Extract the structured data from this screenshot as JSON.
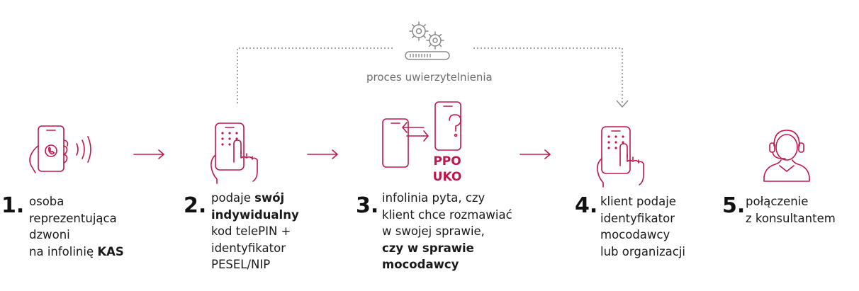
{
  "process": {
    "label": "proces uwierzytelnienia"
  },
  "middle_icon": {
    "line1": "PPO",
    "line2": "UKO"
  },
  "steps": [
    {
      "number": "1.",
      "lines": [
        [
          {
            "t": "osoba",
            "b": false
          }
        ],
        [
          {
            "t": "reprezentująca",
            "b": false
          }
        ],
        [
          {
            "t": "dzwoni",
            "b": false
          }
        ],
        [
          {
            "t": "na infolinię ",
            "b": false
          },
          {
            "t": "KAS",
            "b": true
          }
        ]
      ]
    },
    {
      "number": "2.",
      "lines": [
        [
          {
            "t": "podaje ",
            "b": false
          },
          {
            "t": "swój",
            "b": true
          }
        ],
        [
          {
            "t": "indywidualny",
            "b": true
          }
        ],
        [
          {
            "t": "kod telePIN +",
            "b": false
          }
        ],
        [
          {
            "t": "identyfikator",
            "b": false
          }
        ],
        [
          {
            "t": "PESEL/NIP",
            "b": false
          }
        ]
      ]
    },
    {
      "number": "3.",
      "lines": [
        [
          {
            "t": "infolinia pyta, czy",
            "b": false
          }
        ],
        [
          {
            "t": "klient chce rozmawiać",
            "b": false
          }
        ],
        [
          {
            "t": "w swojej sprawie,",
            "b": false
          }
        ],
        [
          {
            "t": "czy w sprawie",
            "b": true
          }
        ],
        [
          {
            "t": "mocodawcy",
            "b": true
          }
        ]
      ]
    },
    {
      "number": "4.",
      "lines": [
        [
          {
            "t": "klient podaje",
            "b": false
          }
        ],
        [
          {
            "t": "identyfikator",
            "b": false
          }
        ],
        [
          {
            "t": "mocodawcy",
            "b": false
          }
        ],
        [
          {
            "t": "lub organizacji",
            "b": false
          }
        ]
      ]
    },
    {
      "number": "5.",
      "lines": [
        [
          {
            "t": "połączenie",
            "b": false
          }
        ],
        [
          {
            "t": "z konsultantem",
            "b": false
          }
        ]
      ]
    }
  ],
  "colors": {
    "accent": "#c0164a",
    "grey": "#8a8a8a",
    "text": "#1a1a1a"
  },
  "icons": [
    "phone-call-icon",
    "keypad-phone-icon",
    "phone-swap-question-icon",
    "keypad-phone-icon",
    "headset-consultant-icon",
    "gears-progress-icon"
  ]
}
